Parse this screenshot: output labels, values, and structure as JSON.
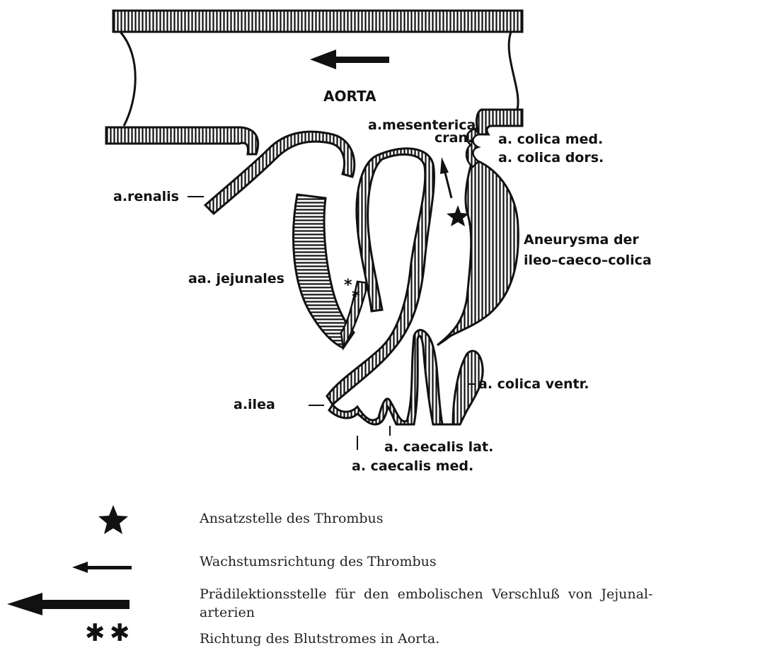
{
  "diagram": {
    "labels": {
      "aorta": "AORTA",
      "mesenterica": "a.mesenterica",
      "cran": "cran.",
      "colica_med": "a. colica  med.",
      "colica_dors": "a. colica  dors.",
      "renalis": "a.renalis",
      "aneurysma_line1": "Aneurysma der",
      "aneurysma_line2": "ileo–caeco–colica",
      "jejunales": "aa. jejunales",
      "colica_ventr": "a. colica  ventr.",
      "ilea": "a.ilea",
      "caecalis_lat": "a. caecalis lat.",
      "caecalis_med": "a. caecalis med."
    }
  },
  "legend": {
    "items": [
      {
        "symbol": "star-icon",
        "text": "Ansatzstelle des Thrombus"
      },
      {
        "symbol": "thin-arrow-icon",
        "text": "Wachstumsrichtung des Thrombus"
      },
      {
        "symbol": "thick-arrow-icon",
        "text": "Prädilektionsstelle  für  den  embolischen  Verschluß  von  Jejunal-",
        "text2": "arterien"
      },
      {
        "symbol": "double-asterisk-icon",
        "text": "Richtung des Blutstromes in Aorta."
      }
    ]
  }
}
